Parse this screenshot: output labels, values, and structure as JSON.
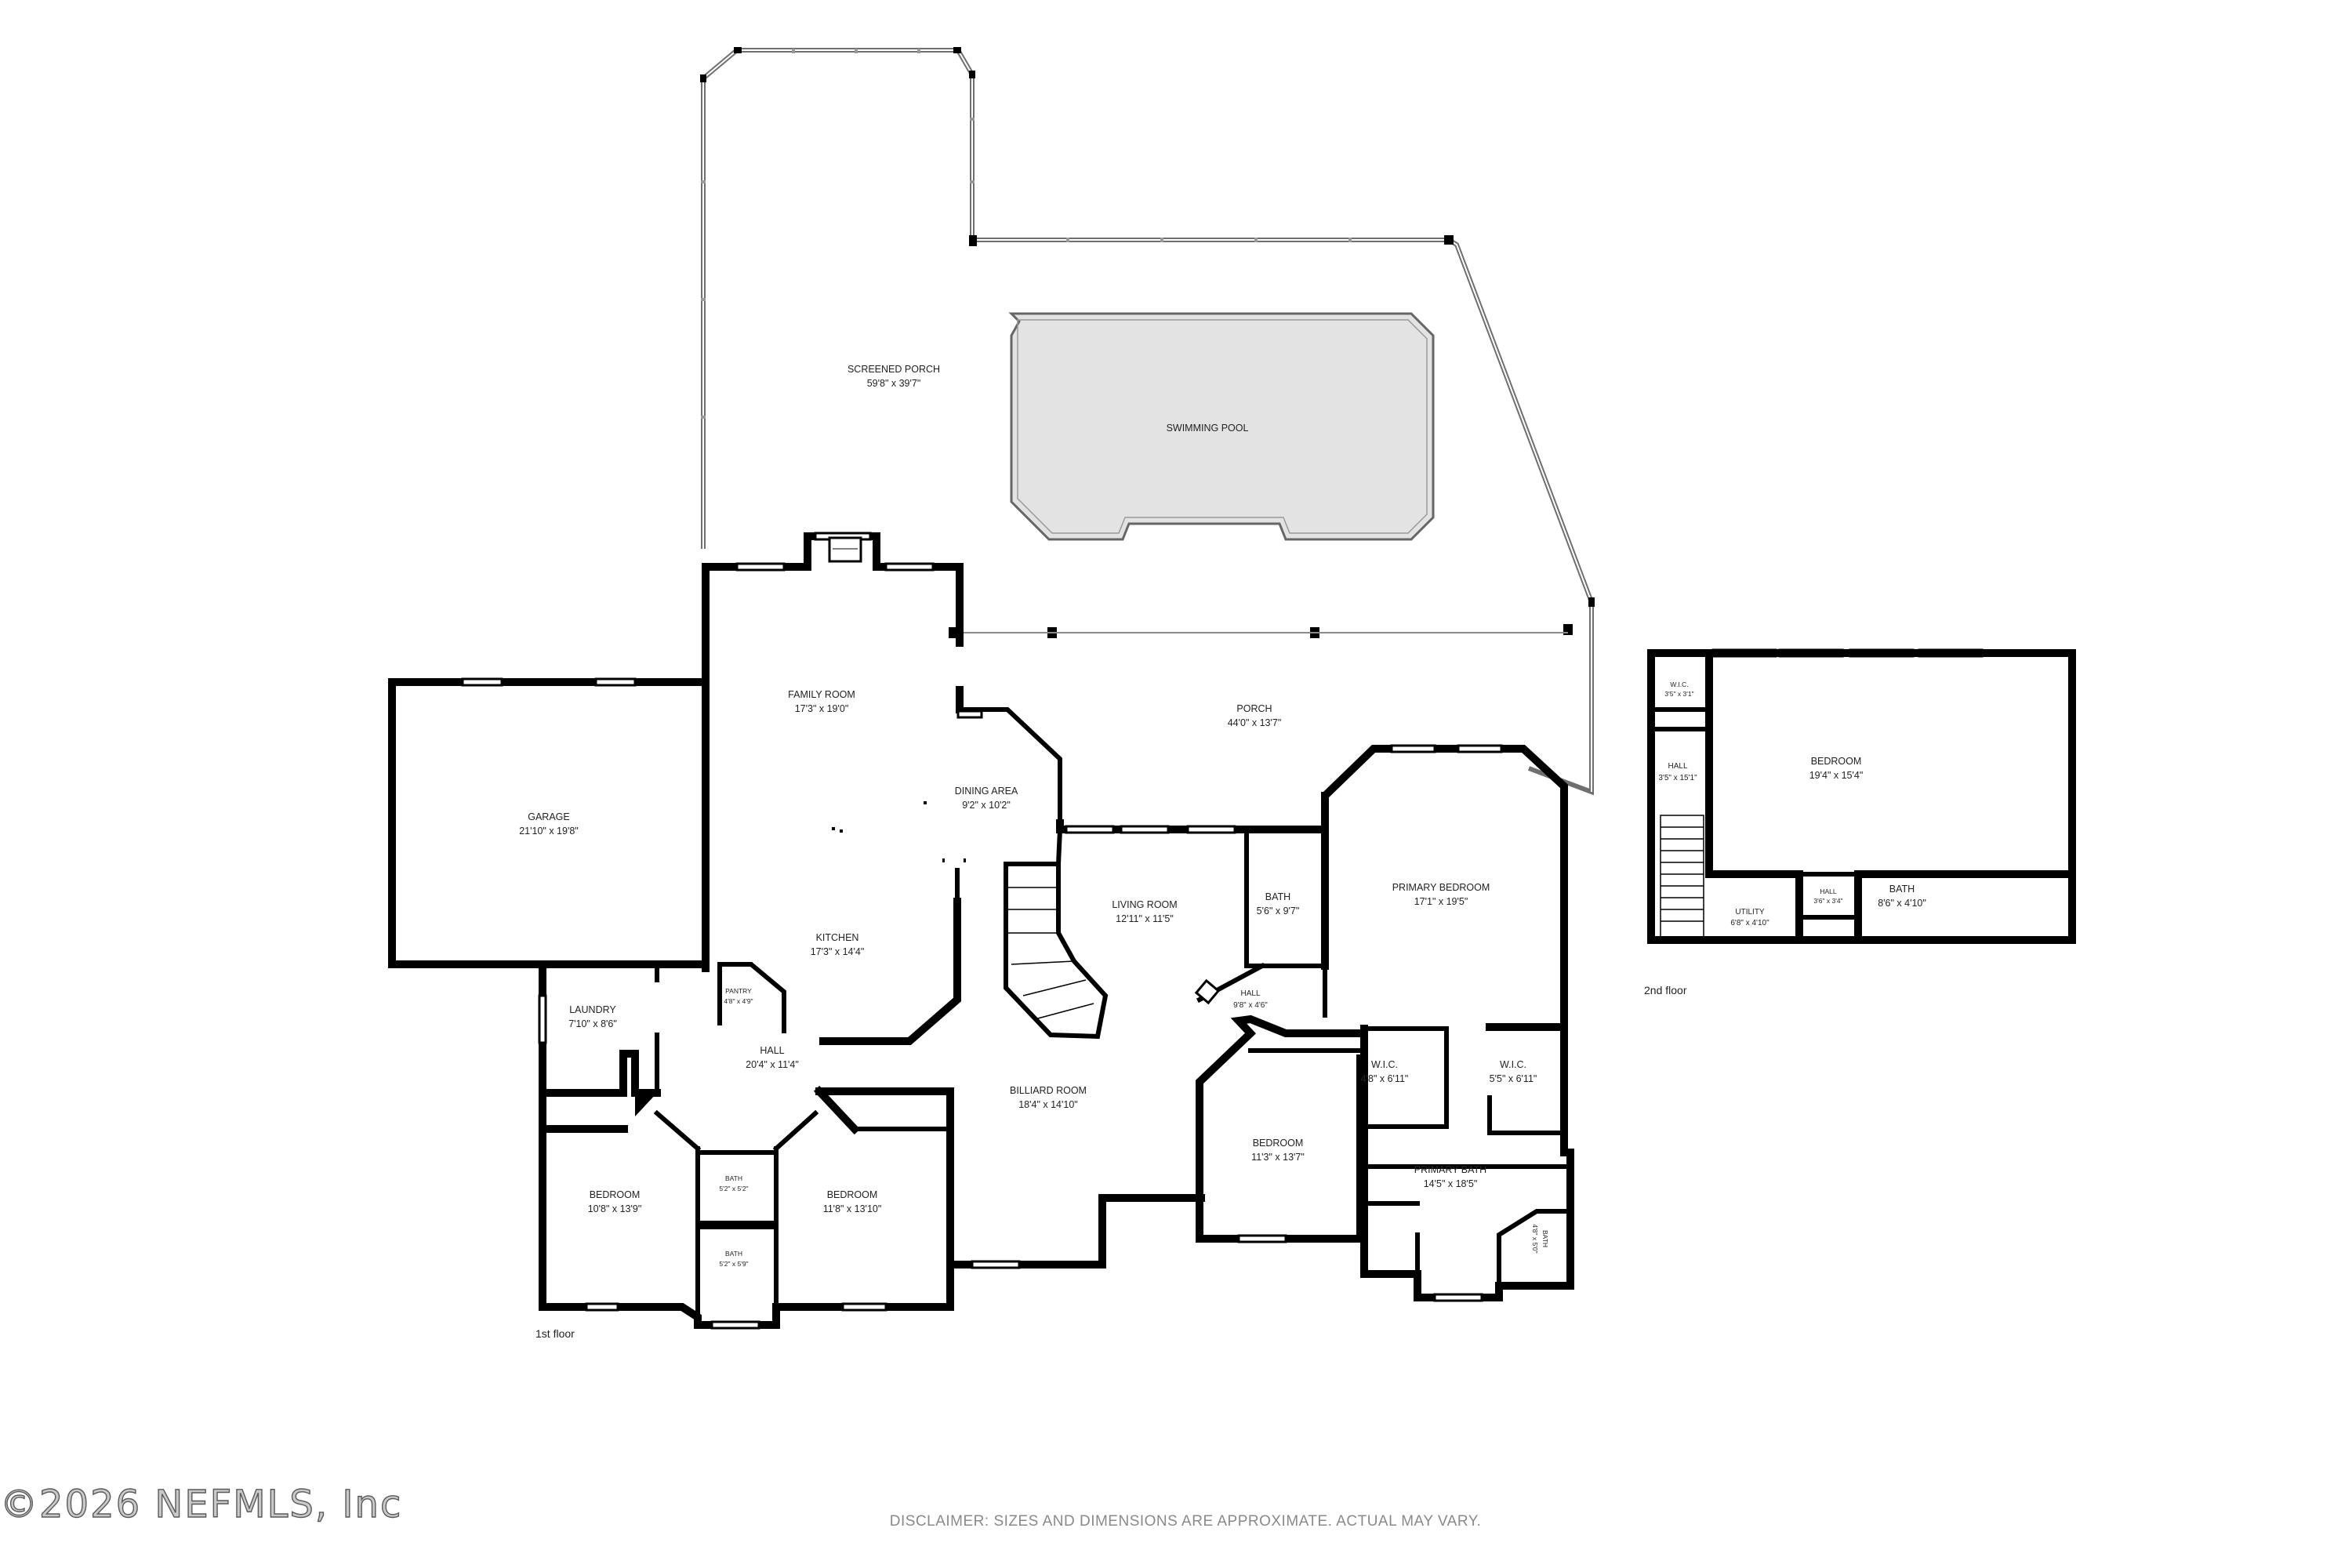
{
  "watermark": "©2026 NEFMLS, Inc",
  "disclaimer": "DISCLAIMER: SIZES AND DIMENSIONS ARE APPROXIMATE. ACTUAL MAY VARY.",
  "floors": {
    "first": "1st floor",
    "second": "2nd floor"
  },
  "rooms": {
    "screened_porch": {
      "name": "SCREENED PORCH",
      "dims": "59'8\" x 39'7\""
    },
    "swimming_pool": {
      "name": "SWIMMING POOL"
    },
    "family_room": {
      "name": "FAMILY ROOM",
      "dims": "17'3\" x 19'0\""
    },
    "porch": {
      "name": "PORCH",
      "dims": "44'0\" x 13'7\""
    },
    "dining_area": {
      "name": "DINING AREA",
      "dims": "9'2\" x 10'2\""
    },
    "garage": {
      "name": "GARAGE",
      "dims": "21'10\" x 19'8\""
    },
    "kitchen": {
      "name": "KITCHEN",
      "dims": "17'3\" x 14'4\""
    },
    "pantry": {
      "name": "PANTRY",
      "dims": "4'8\" x 4'9\""
    },
    "laundry": {
      "name": "LAUNDRY",
      "dims": "7'10\" x 8'6\""
    },
    "hall_main": {
      "name": "HALL",
      "dims": "20'4\" x 11'4\""
    },
    "living_room": {
      "name": "LIVING ROOM",
      "dims": "12'11\" x 11'5\""
    },
    "bath_center": {
      "name": "BATH",
      "dims": "5'6\" x 9'7\""
    },
    "primary_bedroom": {
      "name": "PRIMARY BEDROOM",
      "dims": "17'1\" x 19'5\""
    },
    "hall_small": {
      "name": "HALL",
      "dims": "9'8\" x 4'6\""
    },
    "billiard_room": {
      "name": "BILLIARD ROOM",
      "dims": "18'4\" x 14'10\""
    },
    "bedroom_sw": {
      "name": "BEDROOM",
      "dims": "10'8\" x 13'9\""
    },
    "bath_1": {
      "name": "BATH",
      "dims": "5'2\" x 5'2\""
    },
    "bath_2": {
      "name": "BATH",
      "dims": "5'2\" x 5'9\""
    },
    "bedroom_s": {
      "name": "BEDROOM",
      "dims": "11'8\" x 13'10\""
    },
    "bedroom_e": {
      "name": "BEDROOM",
      "dims": "11'3\" x 13'7\""
    },
    "wic_1": {
      "name": "W.I.C.",
      "dims": "4'8\" x 6'11\""
    },
    "wic_2": {
      "name": "W.I.C.",
      "dims": "5'5\" x 6'11\""
    },
    "primary_bath": {
      "name": "PRIMARY BATH",
      "dims": "14'5\" x 18'5\""
    },
    "bath_rot": {
      "name": "BATH",
      "dims": "4'8\" x 5'0\""
    },
    "up_wic": {
      "name": "W.I.C.",
      "dims": "3'5\" x 3'1\""
    },
    "up_hall": {
      "name": "HALL",
      "dims": "3'5\" x 15'1\""
    },
    "up_bedroom": {
      "name": "BEDROOM",
      "dims": "19'4\" x 15'4\""
    },
    "up_utility": {
      "name": "UTILITY",
      "dims": "6'8\" x 4'10\""
    },
    "up_hall_small": {
      "name": "HALL",
      "dims": "3'6\" x 3'4\""
    },
    "up_bath": {
      "name": "BATH",
      "dims": "8'6\" x 4'10\""
    }
  }
}
